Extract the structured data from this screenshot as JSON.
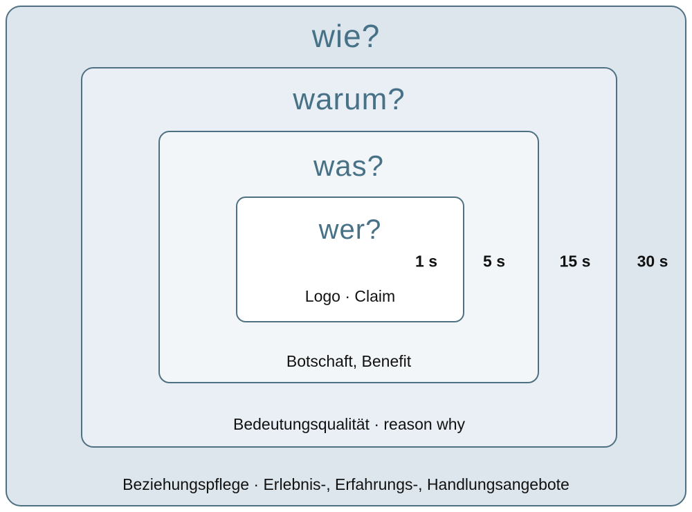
{
  "diagram": {
    "title": "Nested communication model (wer / was / warum / wie)",
    "levels": [
      {
        "id": "wie",
        "title": "wie?",
        "caption": "Beziehungspflege · Erlebnis-, Erfahrungs-, Handlungsangebote",
        "time_label": "30 s"
      },
      {
        "id": "warum",
        "title": "warum?",
        "caption": "Bedeutungsqualität · reason why",
        "time_label": "15 s"
      },
      {
        "id": "was",
        "title": "was?",
        "caption": "Botschaft, Benefit",
        "time_label": "5 s"
      },
      {
        "id": "wer",
        "title": "wer?",
        "caption": "Logo · Claim",
        "time_label": "1 s"
      }
    ],
    "colors": {
      "border": "#4e7082",
      "title_text": "#477186",
      "body_text": "#111111",
      "fill_wie": "#dde6ec",
      "fill_warum": "#e9eff4",
      "fill_was": "#f3f6f8",
      "fill_wer": "#ffffff"
    }
  }
}
